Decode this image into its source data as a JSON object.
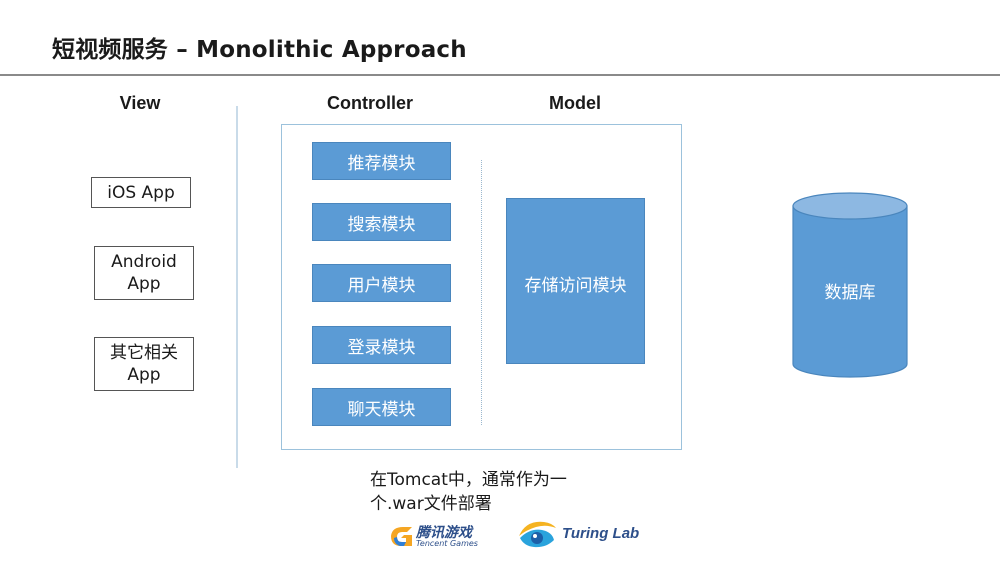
{
  "slide": {
    "title": "短视频服务 – Monolithic Approach"
  },
  "columns": {
    "view": "View",
    "controller": "Controller",
    "model": "Model"
  },
  "view_items": [
    {
      "label_line1": "iOS App",
      "label_line2": ""
    },
    {
      "label_line1": "Android",
      "label_line2": "App"
    },
    {
      "label_line1": "其它相关",
      "label_line2": "App"
    }
  ],
  "controller_modules": [
    {
      "label": "推荐模块"
    },
    {
      "label": "搜索模块"
    },
    {
      "label": "用户模块"
    },
    {
      "label": "登录模块"
    },
    {
      "label": "聊天模块"
    }
  ],
  "model_module": {
    "label": "存储访问模块"
  },
  "database": {
    "label": "数据库"
  },
  "note": {
    "line1": "在Tomcat中，通常作为一",
    "line2": "个.war文件部署"
  },
  "logos": {
    "tencent_games_cn": "腾讯游戏",
    "tencent_games_en": "Tencent Games",
    "turing_lab": "Turing Lab"
  },
  "colors": {
    "module_fill": "#5b9bd5",
    "container_border": "#9cc2dc",
    "db_top": "#8db8e2",
    "text": "#1a1a1a"
  }
}
